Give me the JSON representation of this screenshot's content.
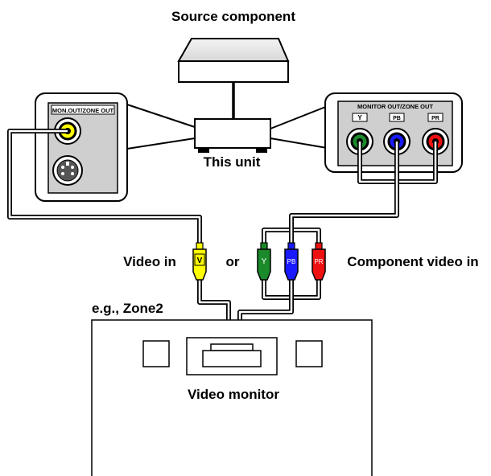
{
  "labels": {
    "source_component": "Source component",
    "this_unit": "This unit",
    "video_in": "Video in",
    "or": "or",
    "component_video_in": "Component video in",
    "zone": "e.g., Zone2",
    "video_monitor": "Video monitor"
  },
  "left_panel": {
    "header": "MON.OUT/ZONE OUT"
  },
  "right_panel": {
    "header": "MONITOR OUT/ZONE OUT",
    "jack_labels": [
      "Y",
      "PB",
      "PR"
    ]
  },
  "plugs": {
    "video": "V",
    "y": "Y",
    "pb": "PB",
    "pr": "PR"
  },
  "colors": {
    "video_yellow": "#ffff00",
    "y_green": "#1a8a2a",
    "pb_blue": "#1a1aff",
    "pr_red": "#ee1111",
    "panel_gray": "#d0d0d0"
  }
}
